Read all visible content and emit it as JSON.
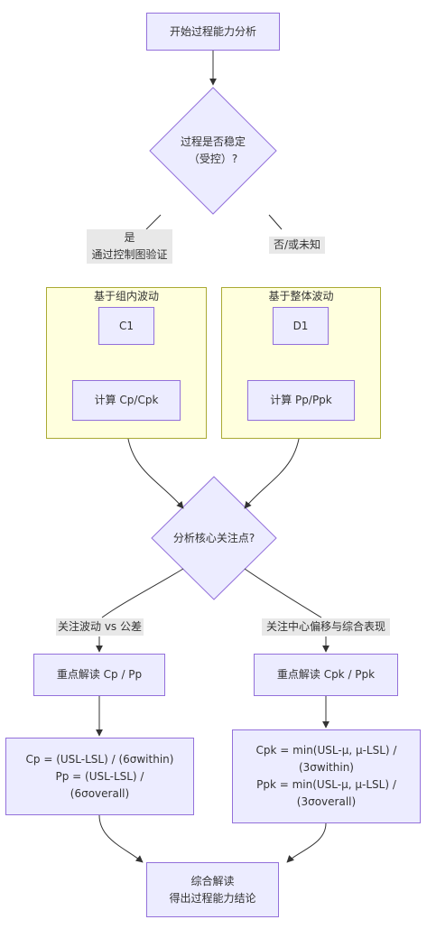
{
  "nodes": {
    "start": "开始过程能力分析",
    "stable_q": [
      "过程是否稳定",
      "（受控）?"
    ],
    "c1": "C1",
    "calc_cp": "计算 Cp/Cpk",
    "d1": "D1",
    "calc_pp": "计算 Pp/Ppk",
    "focus_q": "分析核心关注点?",
    "interpret_cp": "重点解读 Cp / Pp",
    "interpret_cpk": "重点解读 Cpk / Ppk",
    "formula_cp": [
      "Cp = (USL-LSL) / (6σwithin)",
      "Pp = (USL-LSL) /",
      "(6σoverall)"
    ],
    "formula_cpk": [
      "Cpk = min(USL-μ, μ-LSL) /",
      "(3σwithin)",
      "Ppk = min(USL-μ, μ-LSL) /",
      "(3σoverall)"
    ],
    "conclusion": [
      "综合解读",
      "得出过程能力结论"
    ]
  },
  "clusters": {
    "within": "基于组内波动",
    "overall": "基于整体波动"
  },
  "edge_labels": {
    "yes": [
      "是",
      "通过控制图验证"
    ],
    "no": "否/或未知",
    "spread": "关注波动 vs 公差",
    "center": "关注中心偏移与综合表现"
  },
  "colors": {
    "node_fill": "#ECECFF",
    "node_stroke": "#9370DB",
    "cluster_fill": "#FFFFDE",
    "cluster_stroke": "#AAAA33",
    "edge": "#333333",
    "edge_label_bg": "#E8E8E8"
  }
}
